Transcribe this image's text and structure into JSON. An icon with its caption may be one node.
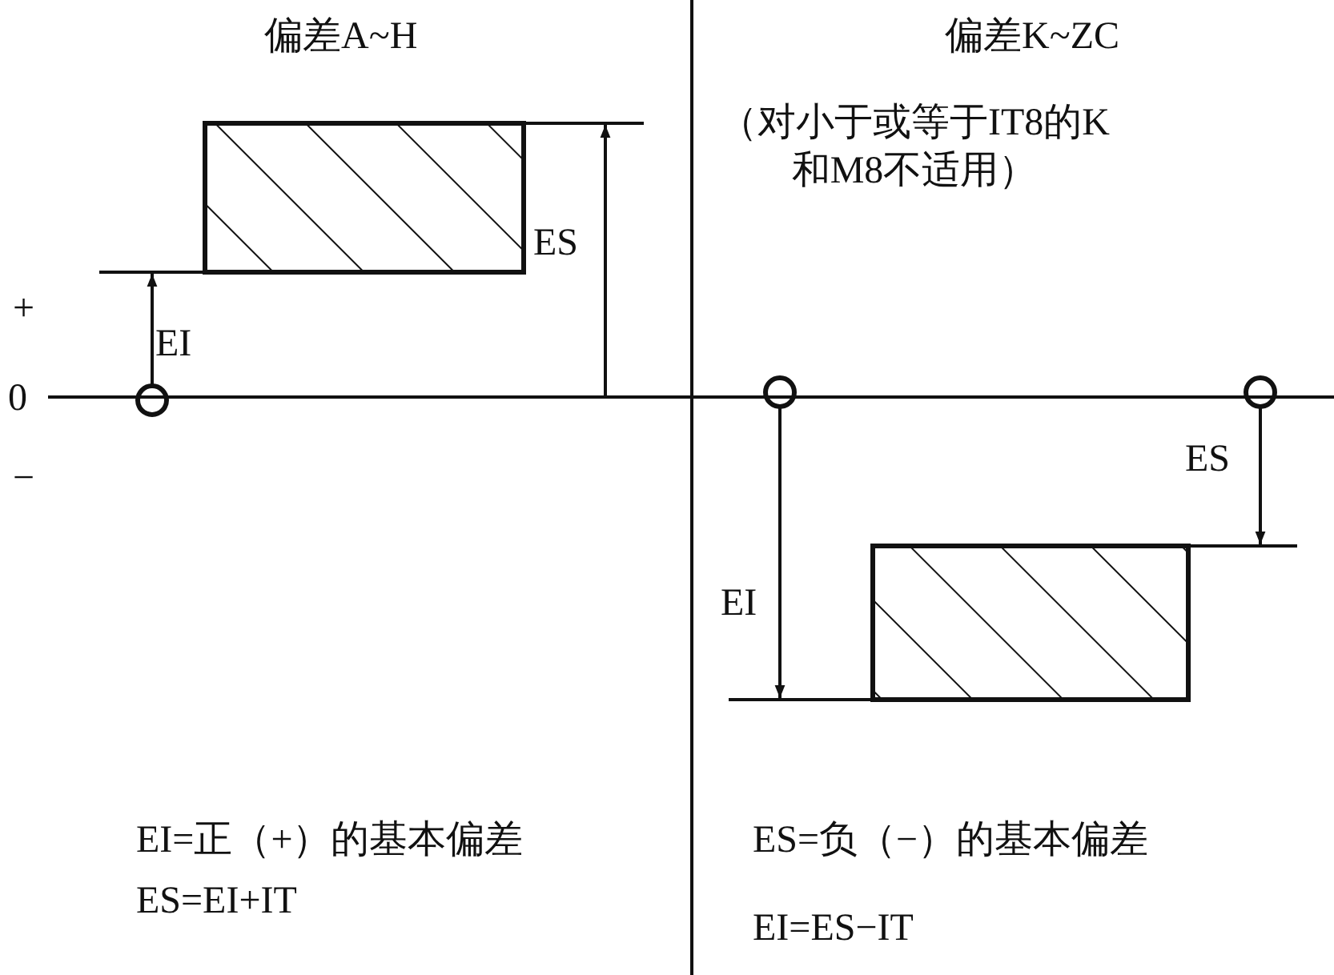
{
  "diagram": {
    "nodes": [
      {
        "text": [],
        "shape": "box"
      },
      {
        "text": [],
        "shape": "box"
      }
    ],
    "labels": [
      "偏差A~H",
      "偏差K~ZC",
      "（对小于或等于IT8的K和M8不适用）",
      "ES",
      "+",
      "EI",
      "0",
      "−",
      "ES",
      "EI",
      "EI=正（+）的基本偏差",
      "ES=负（−）的基本偏差",
      "ES=EI+IT",
      "EI=ES−IT"
    ]
  }
}
